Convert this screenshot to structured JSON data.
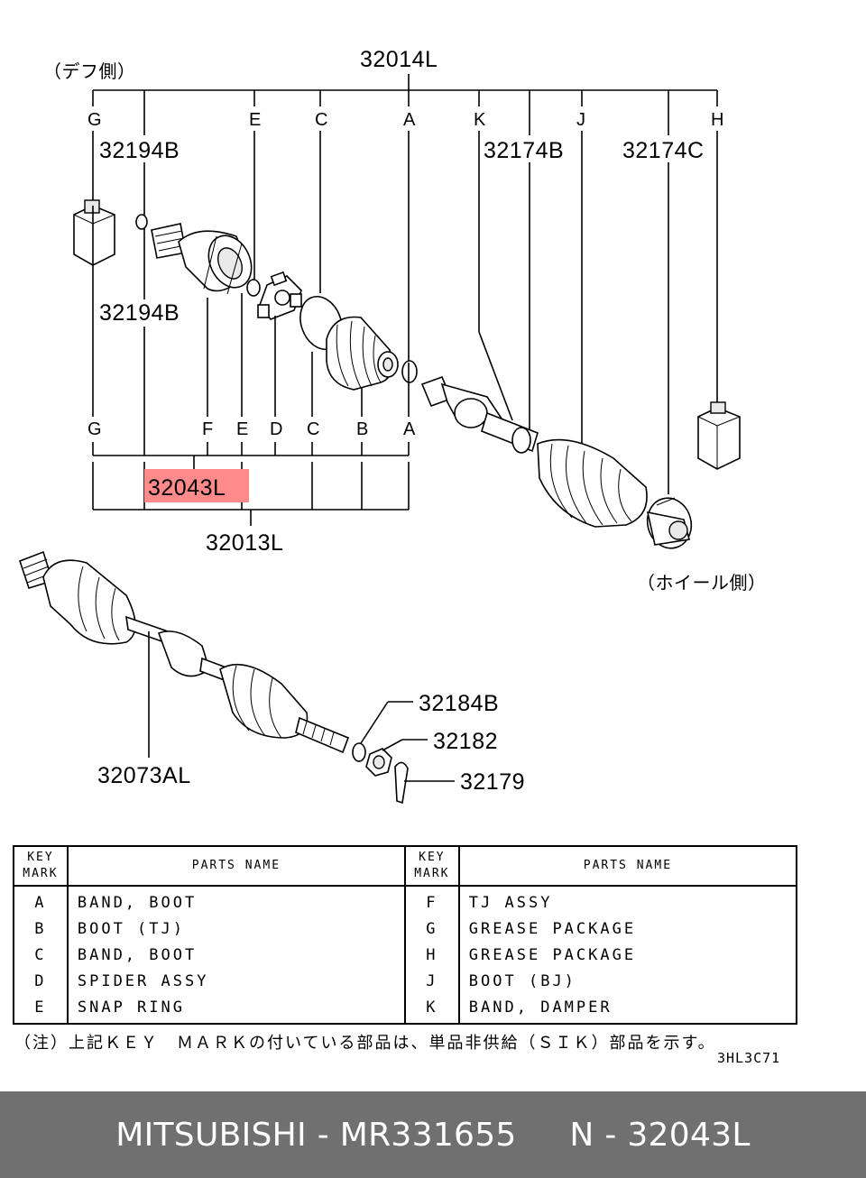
{
  "diagram": {
    "side_left": "（デフ側）",
    "side_right": "（ホイール側）",
    "top_assembly": "32014L",
    "top_keys": [
      "G",
      "E",
      "C",
      "A",
      "K",
      "J",
      "H"
    ],
    "mid_keys": [
      "G",
      "F",
      "E",
      "D",
      "C",
      "B",
      "A"
    ],
    "labels": {
      "p32194b_top": "32194B",
      "p32194b_bottom": "32194B",
      "p32174b": "32174B",
      "p32174c": "32174C",
      "p32043l": "32043L",
      "p32013l": "32013L",
      "p32184b": "32184B",
      "p32182": "32182",
      "p32179": "32179",
      "p32073al": "32073AL"
    },
    "highlight_color": "#ff8a8a"
  },
  "table": {
    "headers": {
      "key_mark_line1": "KEY",
      "key_mark_line2": "MARK",
      "parts_name": "PARTS NAME"
    },
    "left": [
      {
        "key": "A",
        "name": "BAND, BOOT"
      },
      {
        "key": "B",
        "name": "BOOT (TJ)"
      },
      {
        "key": "C",
        "name": "BAND, BOOT"
      },
      {
        "key": "D",
        "name": "SPIDER ASSY"
      },
      {
        "key": "E",
        "name": "SNAP RING"
      }
    ],
    "right": [
      {
        "key": "F",
        "name": "TJ ASSY"
      },
      {
        "key": "G",
        "name": "GREASE PACKAGE"
      },
      {
        "key": "H",
        "name": "GREASE PACKAGE"
      },
      {
        "key": "J",
        "name": "BOOT (BJ)"
      },
      {
        "key": "K",
        "name": "BAND, DAMPER"
      }
    ]
  },
  "footnote": "（注）上記ＫＥＹ　ＭＡＲＫの付いている部品は、単品非供給（ＳＩＫ）部品を示す。",
  "diagram_code": "3HL3C71",
  "caption": "MITSUBISHI - MR331655     N - 32043L"
}
